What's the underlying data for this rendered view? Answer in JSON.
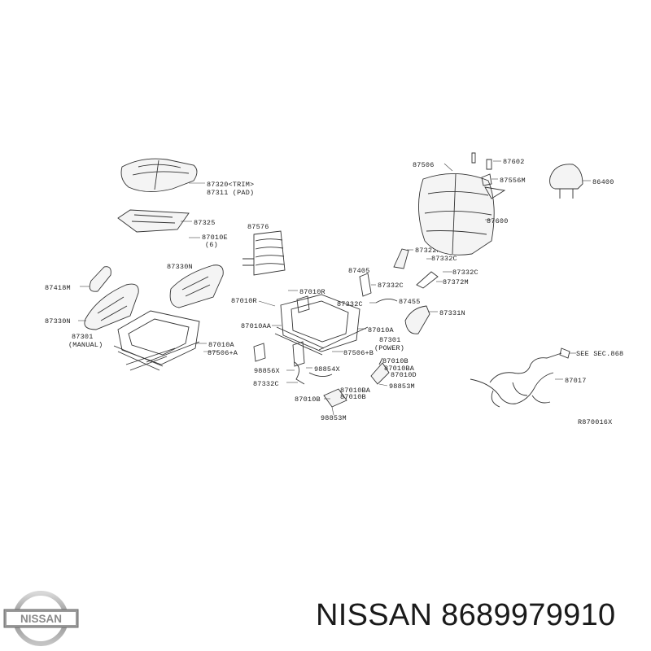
{
  "labels": {
    "l87320": "87320<TRIM>",
    "l87311": "87311 (PAD)",
    "l87325": "87325",
    "l87010E": "87010E",
    "l6": "(6)",
    "l87576": "87576",
    "l87330N_top": "87330N",
    "l87418M": "87418M",
    "l87330N_left": "87330N",
    "l87301_manual": "87301",
    "lmanual": "(MANUAL)",
    "l87010A_left": "87010A",
    "l87506A": "87506+A",
    "l87010R_top": "87010R",
    "l87010R_left": "87010R",
    "l87010AA": "87010AA",
    "l87010A_mid": "87010A",
    "l87301_power": "87301",
    "lpower": "(POWER)",
    "l87506B": "87506+B",
    "l98856X": "98856X",
    "l98854X": "98854X",
    "l87332C_low": "87332C",
    "l87010BA_low": "87010BA",
    "l87010B_low": "87010B",
    "l87010B_low2": "87010B",
    "l98853M_low": "98853M",
    "l87010B_r": "87010B",
    "l87010BA_r": "87010BA",
    "l87010D": "87010D",
    "l98853M_r": "98853M",
    "l87405": "87405",
    "l87332C_a": "87332C",
    "l87332C_b": "87332C",
    "l87455": "87455",
    "l87322M": "87322M",
    "l87332C_c": "87332C",
    "l87332C_d": "87332C",
    "l87372M": "87372M",
    "l87331N": "87331N",
    "l87506": "87506",
    "l87602": "87602",
    "l87556M": "87556M",
    "l86400": "86400",
    "l87600": "87600",
    "lsee": "SEE SEC.868",
    "l87017": "87017",
    "lref": "R870016X"
  },
  "brand": {
    "logo_text": "NISSAN",
    "footer_text": "NISSAN 8689979910"
  },
  "icons": [
    "nissan-logo-icon"
  ],
  "colors": {
    "ink": "#222222",
    "background": "#ffffff",
    "logo_silver": "#9a9a9a"
  }
}
